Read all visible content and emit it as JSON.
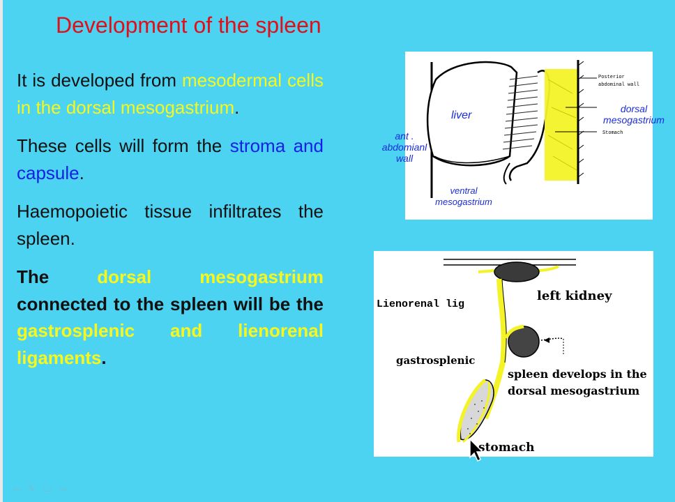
{
  "slide": {
    "title": "Development of the spleen",
    "p1": {
      "prefix": "It is developed from ",
      "highlight": "mesodermal cells in the dorsal mesogastrium",
      "suffix": "."
    },
    "p2": {
      "prefix": "These cells will form the ",
      "highlight": "stroma and capsule",
      "suffix": "."
    },
    "p3": {
      "text": "Haemopoietic tissue infiltrates the spleen."
    },
    "p4": {
      "t1": "The ",
      "h1": "dorsal mesogastrium",
      "t2": " connected to the spleen will be the ",
      "h2": "gastrosplenic and lienorenal ligaments",
      "t3": "."
    }
  },
  "figure1": {
    "labels": {
      "liver": "liver",
      "posterior_wall": "Posterior abdominal wall",
      "dorsal_meso": "dorsal mesogastrium",
      "stomach": "Stomach",
      "ant_wall": "ant . abdomianl wall",
      "ventral_meso": "ventral mesogastrium"
    }
  },
  "figure2": {
    "labels": {
      "lienorenal": "Lienorenal lig",
      "left_kidney": "left kidney",
      "gastrosplenic": "gastrosplenic",
      "spleen_develops_1": "spleen develops in the",
      "spleen_develops_2": "dorsal mesogastrium",
      "stomach": "stomach"
    }
  },
  "colors": {
    "background": "#4cd3f2",
    "title": "#e0101a",
    "highlight_yellow": "#f7f71c",
    "highlight_blue": "#1320e6",
    "figure_label_blue": "#1b2bd8"
  },
  "nav_icons": [
    "arrow-left-icon",
    "pen-icon",
    "screen-icon",
    "arrow-right-icon"
  ]
}
